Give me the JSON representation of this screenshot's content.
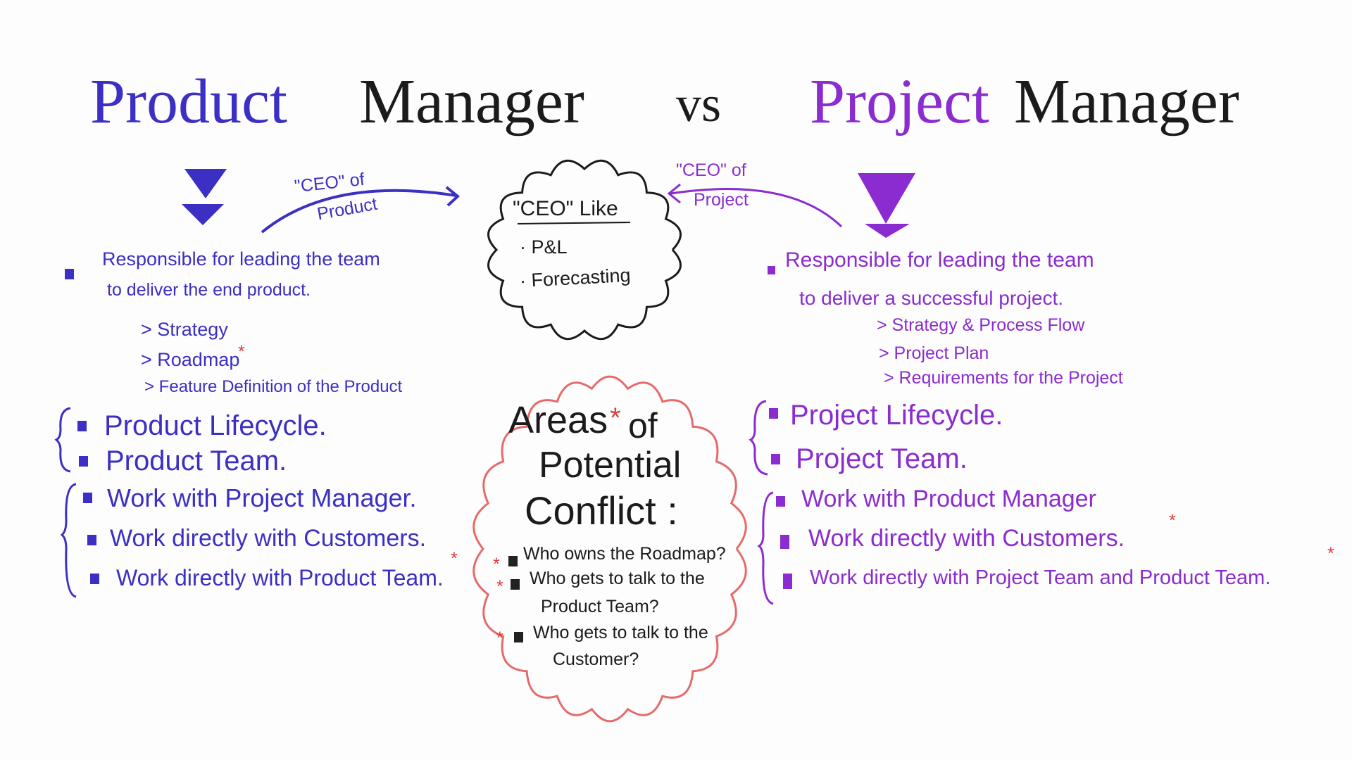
{
  "title": {
    "left_word": "Product",
    "left_manager": "Manager",
    "vs": "vs",
    "right_word": "Project",
    "right_manager": "Manager"
  },
  "colors": {
    "product": "#3b2fc4",
    "project": "#8a2ccf",
    "ink": "#1c1a1c",
    "accent": "#e23a3a",
    "cloud": "#e66a6a"
  },
  "left_arrow_label": {
    "line1": "\"CEO\" of",
    "line2": "Product"
  },
  "right_arrow_label": {
    "line1": "\"CEO\" of",
    "line2": "Project"
  },
  "ceo_cloud": {
    "heading": "\"CEO\" Like",
    "items": [
      "· P&L",
      "· Forecasting"
    ]
  },
  "product": {
    "responsibility": {
      "line1": "Responsible for leading the team",
      "line2": "to deliver  the end product."
    },
    "sub_items": [
      "> Strategy",
      "> Roadmap",
      "> Feature Definition of the Product"
    ],
    "group1": [
      "Product Lifecycle.",
      "Product Team."
    ],
    "group2": [
      "Work with Project Manager.",
      "Work directly with Customers.",
      "Work directly with Product Team."
    ]
  },
  "project": {
    "responsibility": {
      "line1": "Responsible for leading the team",
      "line2": "to deliver a successful project."
    },
    "sub_items": [
      "> Strategy & Process Flow",
      "> Project Plan",
      "> Requirements for the Project"
    ],
    "group1": [
      "Project Lifecycle.",
      "Project Team."
    ],
    "group2": [
      "Work with Product Manager",
      "Work directly with Customers.",
      "Work directly with Project Team and Product Team."
    ]
  },
  "conflict": {
    "heading": [
      "Areas",
      "of",
      "Potential",
      "Conflict :"
    ],
    "asterisk": "*",
    "items": [
      "Who owns the Roadmap?",
      "Who gets to talk to the",
      "Product Team?",
      "Who gets to talk to the",
      "Customer?"
    ]
  }
}
